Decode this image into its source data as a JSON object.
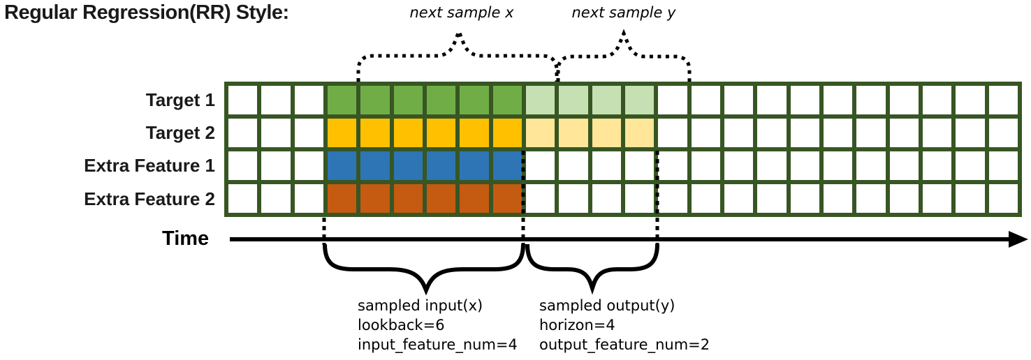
{
  "title": "Regular Regression(RR) Style:",
  "annotations": {
    "next_sample_x": "next sample x",
    "next_sample_y": "next sample y"
  },
  "time_axis": {
    "label": "Time"
  },
  "grid": {
    "n_cols": 24,
    "input_start_col": 4,
    "lookback": 6,
    "horizon": 4,
    "border_color": "#375623",
    "empty_color": "#ffffff",
    "rows": [
      {
        "label": "Target 1",
        "input_color": "#70AD47",
        "output_color": "#C6E0B4"
      },
      {
        "label": "Target 2",
        "input_color": "#FFC000",
        "output_color": "#FFE699"
      },
      {
        "label": "Extra Feature 1",
        "input_color": "#2E75B6",
        "output_color": null
      },
      {
        "label": "Extra Feature 2",
        "input_color": "#C55A11",
        "output_color": null
      }
    ]
  },
  "sample_annotations": {
    "input": {
      "lines": [
        "sampled input(x)",
        "lookback=6",
        "input_feature_num=4"
      ]
    },
    "output": {
      "lines": [
        "sampled output(y)",
        "horizon=4",
        "output_feature_num=2"
      ]
    }
  },
  "line_color": "#000000"
}
